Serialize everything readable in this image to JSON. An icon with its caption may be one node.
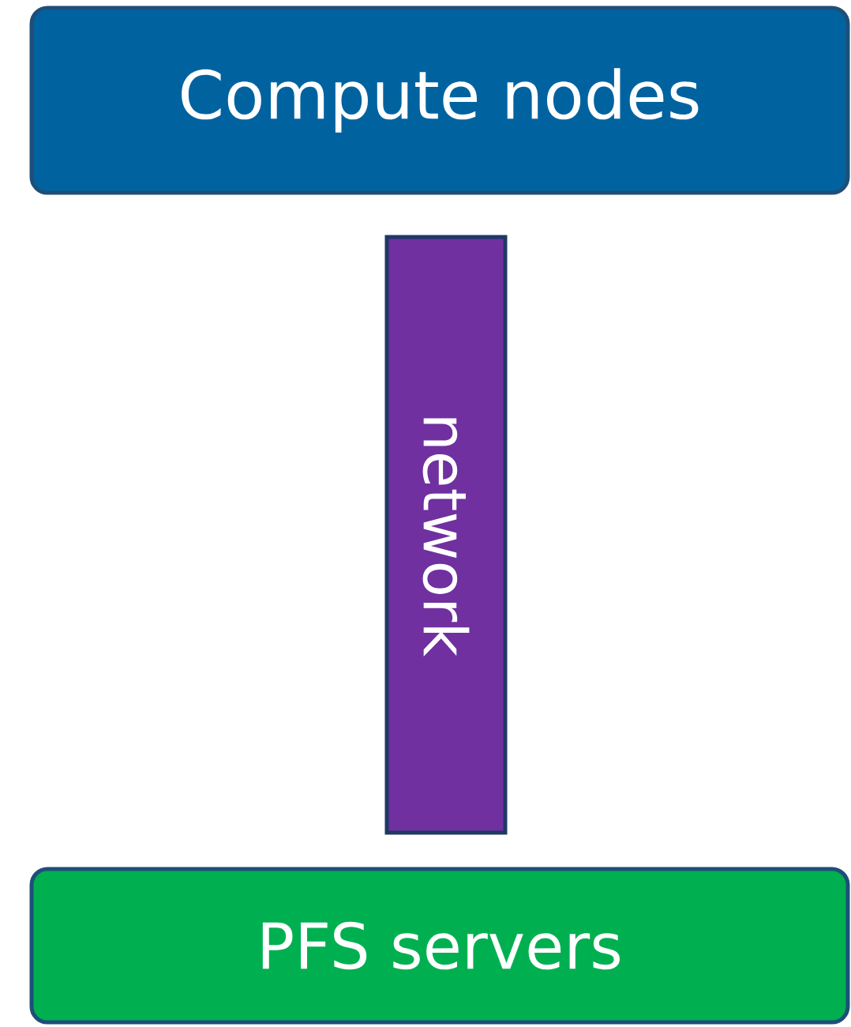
{
  "diagram": {
    "nodes": [
      {
        "text": [
          "Compute nodes"
        ]
      },
      {
        "text": [
          "network"
        ]
      },
      {
        "text": [
          "PFS servers"
        ]
      }
    ]
  }
}
